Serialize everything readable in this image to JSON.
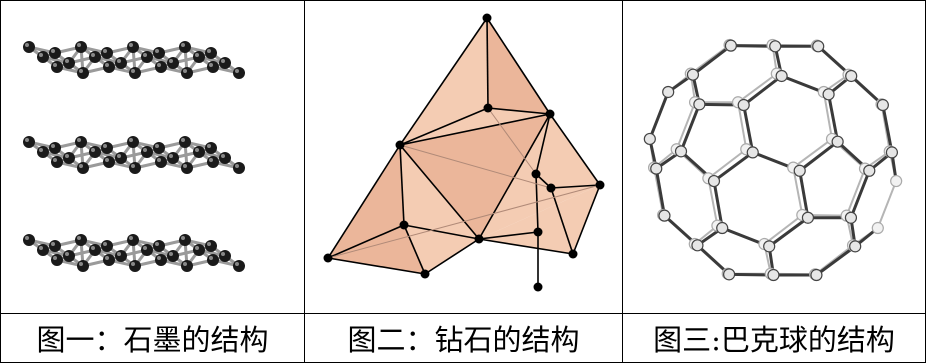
{
  "figures": [
    {
      "caption": "图一：石墨的结构",
      "icon": "graphite-layers-icon"
    },
    {
      "caption": "图二：钻石的结构",
      "icon": "diamond-lattice-icon"
    },
    {
      "caption": "图三:巴克球的结构",
      "icon": "buckyball-icon"
    }
  ],
  "colors": {
    "border": "#000000",
    "atom": "#1a1a1a",
    "bond": "#9a9a9a",
    "face": "#f2c3a6",
    "face_dark": "#e8a988",
    "edge": "#000000",
    "ball": "#555555"
  }
}
